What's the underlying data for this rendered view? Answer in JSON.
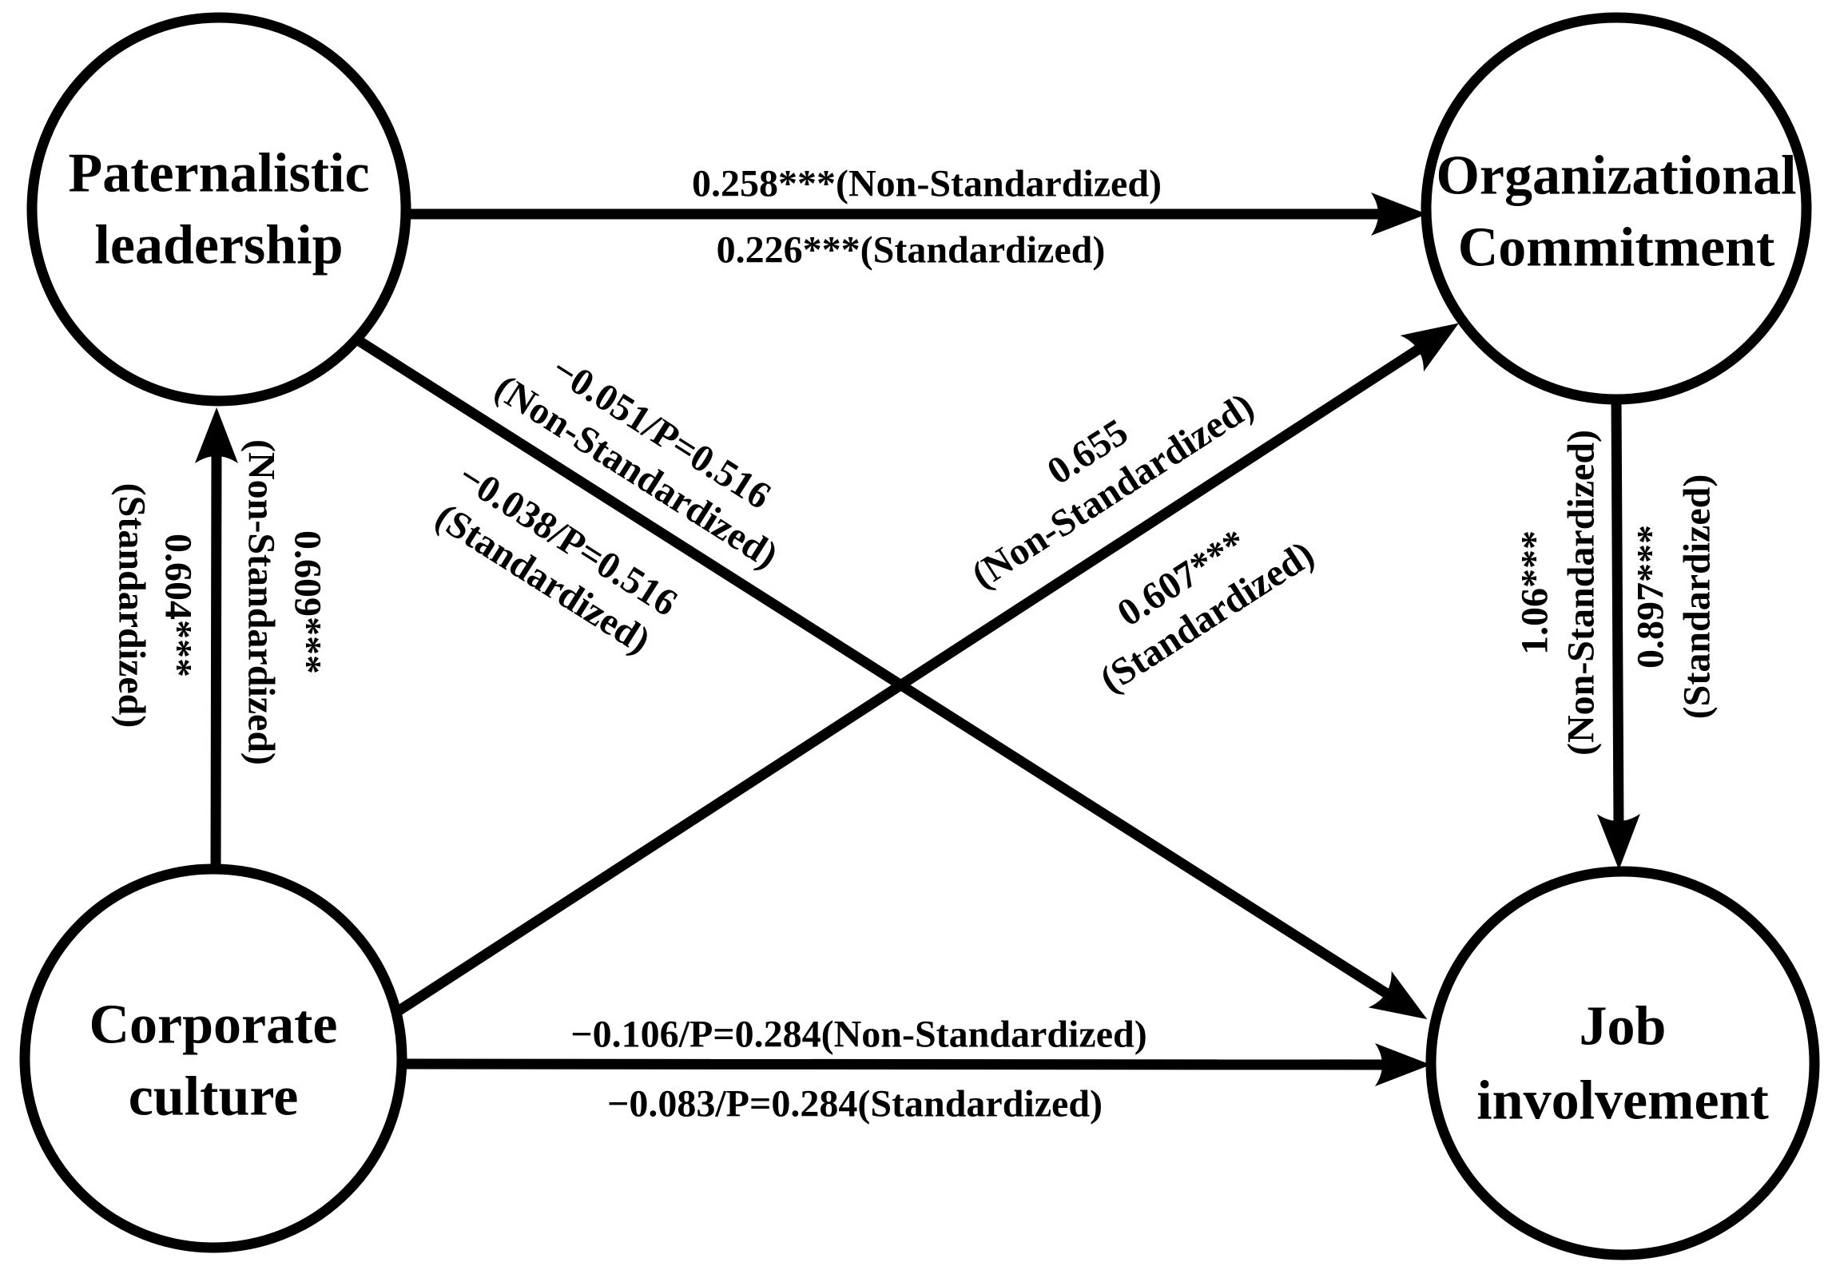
{
  "figure": {
    "type": "structural-equation-path-diagram",
    "colors": {
      "ink": "#000000",
      "background": "#ffffff"
    }
  },
  "nodes": {
    "paternalistic_leadership": {
      "line1": "Paternalistic",
      "line2": "leadership"
    },
    "organizational_commitment": {
      "line1": "Organizational",
      "line2": "Commitment"
    },
    "corporate_culture": {
      "line1": "Corporate",
      "line2": "culture"
    },
    "job_involvement": {
      "line1": "Job",
      "line2": "involvement"
    }
  },
  "paths": {
    "pl_to_oc": {
      "label_top": "0.258***(Non-Standardized)",
      "label_bottom": "0.226***(Standardized)"
    },
    "cc_to_pl": {
      "left_value": "0.604***",
      "left_note": "(Standardized)",
      "right_value": "0.609***",
      "right_note": "(Non-Standardized)"
    },
    "oc_to_ji": {
      "left_value": "1.06***",
      "left_note": "(Non-Standardized)",
      "right_value": "0.897***",
      "right_note": "(Standardized)"
    },
    "cc_to_ji": {
      "label_top": "−0.106/P=0.284(Non-Standardized)",
      "label_bottom": "−0.083/P=0.284(Standardized)"
    },
    "pl_to_ji": {
      "upper_value": "−0.051/P=0.516",
      "upper_note": "(Non-Standardized)",
      "lower_value": "−0.038/P=0.516",
      "lower_note": "(Standardized)"
    },
    "cc_to_oc": {
      "upper_value": "0.655",
      "upper_note": "(Non-Standardized)",
      "lower_value": "0.607***",
      "lower_note": "(Standardized)"
    }
  }
}
